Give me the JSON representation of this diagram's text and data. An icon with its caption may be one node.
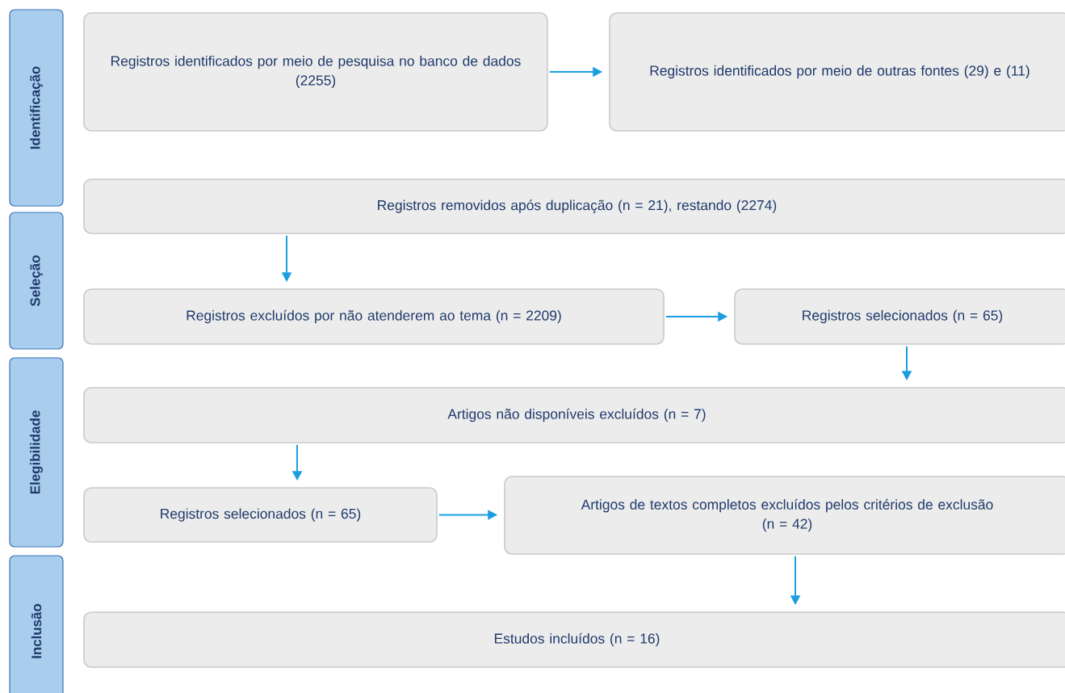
{
  "diagram": {
    "nodes": [
      {
        "text": [
          "Identificação"
        ]
      },
      {
        "text": [
          "Seleção"
        ]
      },
      {
        "text": [
          "Elegibilidade"
        ]
      },
      {
        "text": [
          "Inclusão"
        ]
      },
      {
        "text": [
          "Registros identificados por meio de pesquisa no banco de dados (2255)"
        ]
      },
      {
        "text": [
          "Registros identificados por meio de outras fontes (29) e (11)"
        ]
      },
      {
        "text": [
          "Registros removidos após duplicação (n = 21), restando (2274)"
        ]
      },
      {
        "text": [
          "Registros excluídos por não atenderem ao tema (n = 2209)"
        ]
      },
      {
        "text": [
          "Registros selecionados (n = 65)"
        ]
      },
      {
        "text": [
          "Artigos não disponíveis excluídos (n = 7)"
        ]
      },
      {
        "text": [
          "Registros selecionados (n = 65)"
        ]
      },
      {
        "text": [
          "Artigos de textos completos excluídos pelos critérios de exclusão (n = 42)"
        ]
      },
      {
        "text": [
          "Estudos incluídos (n = 16)"
        ]
      }
    ],
    "edges": [
      {
        "from": 4,
        "to": 5,
        "arrow": "to"
      },
      {
        "from": 6,
        "to": 7,
        "arrow": "to"
      },
      {
        "from": 7,
        "to": 8,
        "arrow": "to"
      },
      {
        "from": 8,
        "to": 9,
        "arrow": "to"
      },
      {
        "from": 9,
        "to": 10,
        "arrow": "to"
      },
      {
        "from": 10,
        "to": 11,
        "arrow": "to"
      },
      {
        "from": 11,
        "to": 12,
        "arrow": "to"
      }
    ]
  }
}
